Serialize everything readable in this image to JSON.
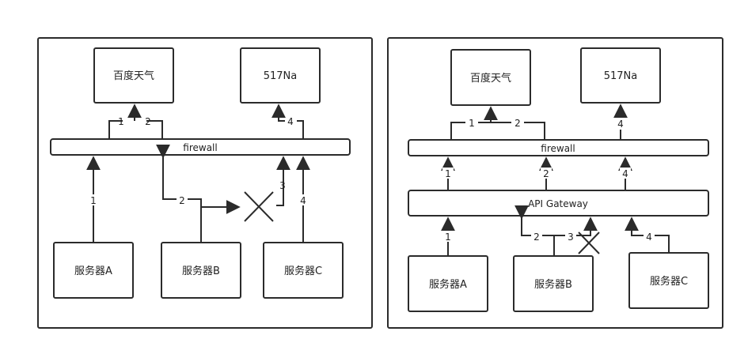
{
  "left": {
    "top_boxes": [
      "百度天气",
      "517Na"
    ],
    "bar": "firewall",
    "servers": [
      "服务器A",
      "服务器B",
      "服务器C"
    ],
    "path_labels": [
      "1",
      "2",
      "4",
      "1",
      "2",
      "3",
      "4"
    ]
  },
  "right": {
    "top_boxes": [
      "百度天气",
      "517Na"
    ],
    "bar": "firewall",
    "gateway": "API Gateway",
    "servers": [
      "服务器A",
      "服务器B",
      "服务器C"
    ],
    "path_labels": [
      "1",
      "2",
      "4",
      "1",
      "2",
      "4",
      "1",
      "2",
      "3",
      "4"
    ]
  }
}
